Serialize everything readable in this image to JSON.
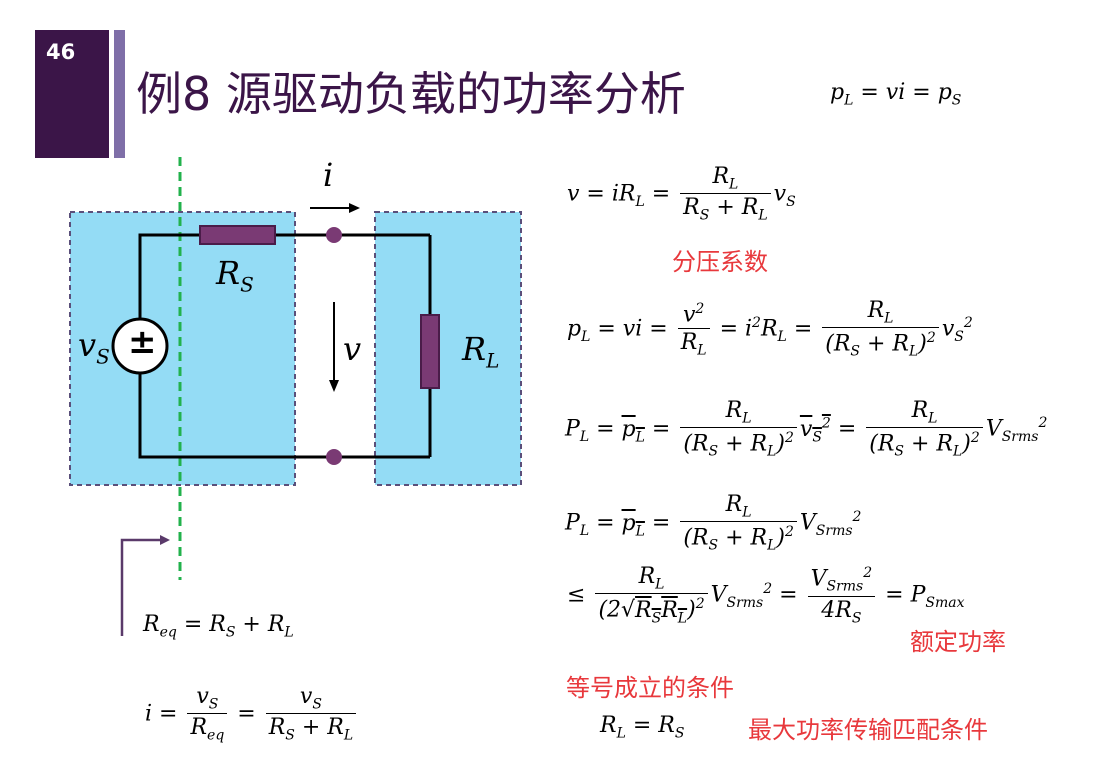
{
  "slide": {
    "number": "46",
    "title": "例8 源驱动负载的功率分析"
  },
  "colors": {
    "title": "#3b1548",
    "accent": "#7f6fa8",
    "box_fill": "#94dcf5",
    "box_border": "#5a4f7a",
    "resistor": "#7a3a74",
    "node": "#7a3a74",
    "divider": "#22b24c",
    "highlight": "#e8383c"
  },
  "circuit": {
    "source_label": "v",
    "source_sub": "S",
    "source_symbol": "±",
    "rs_label": "R",
    "rs_sub": "S",
    "rl_label": "R",
    "rl_sub": "L",
    "current_label": "i",
    "voltage_label": "v"
  },
  "eq_top": {
    "lhs": "p",
    "lhs_sub": "L",
    "body": " = vi = p",
    "rhs_sub": "S"
  },
  "eq_div": {
    "lhs": "v = iR",
    "lhs_sub": "L",
    "num": "R",
    "num_sub": "L",
    "den_a": "R",
    "den_a_sub": "S",
    "den_plus": " + R",
    "den_b_sub": "L",
    "tail": "v",
    "tail_sub": "S"
  },
  "labels": {
    "divider_coef": "分压系数",
    "rated_power": "额定功率",
    "equality_condition": "等号成立的条件",
    "max_transfer": "最大功率传输匹配条件"
  },
  "eq_req": {
    "lhs": "R",
    "lhs_sub": "eq",
    "body": " = R",
    "s": "S",
    "plus": " + R",
    "l": "L"
  },
  "eq_i": {
    "lhs": "i = ",
    "num1": "v",
    "num1_sub": "S",
    "den1": "R",
    "den1_sub": "eq",
    "num2": "v",
    "num2_sub": "S",
    "den2": "R",
    "den2_sub_s": "S",
    "den2_plus": " + R",
    "den2_sub_l": "L"
  },
  "eq_match": {
    "lhs": "R",
    "lhs_sub": "L",
    "body": " = R",
    "rhs_sub": "S"
  }
}
